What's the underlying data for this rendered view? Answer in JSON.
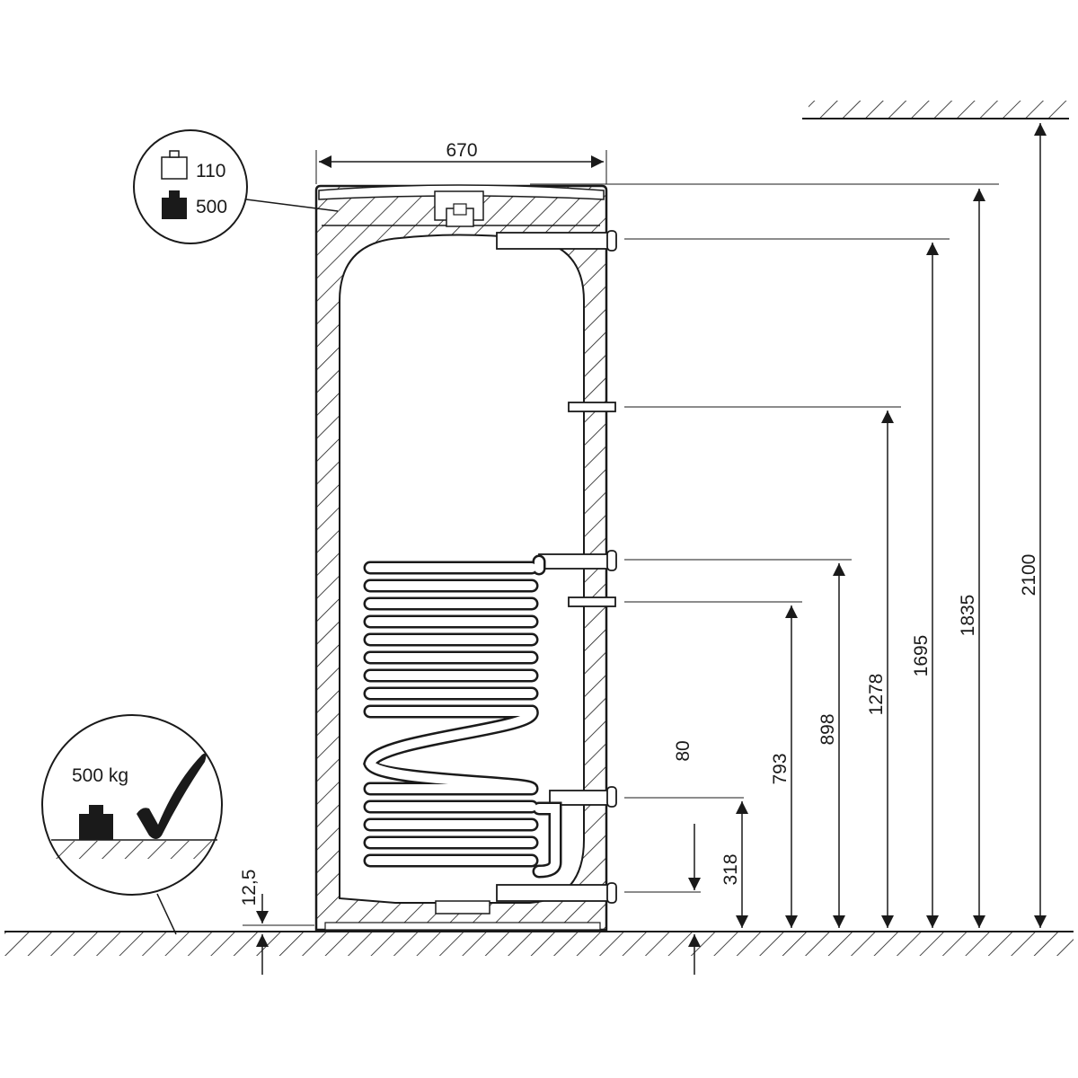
{
  "dimensions": {
    "width": "670",
    "height_2100": "2100",
    "height_1835": "1835",
    "height_1695": "1695",
    "height_1278": "1278",
    "height_898": "898",
    "height_793": "793",
    "height_318": "318",
    "height_80": "80",
    "foot_12_5": "12,5"
  },
  "weights": {
    "empty": "110",
    "full": "500",
    "floor_load": "500 kg"
  }
}
